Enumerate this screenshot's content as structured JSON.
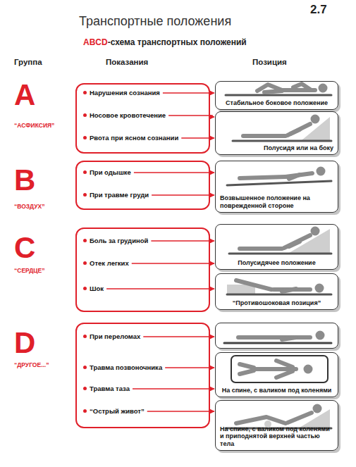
{
  "diagram": {
    "title": "Транспортные положения",
    "nodes": [
      {
        "text": [
          "A",
          "“АСФИКСИЯ”"
        ]
      },
      {
        "text": [
          "Нарушения сознания"
        ],
        "in": 0
      },
      {
        "text": [
          "Носовое кровотечение"
        ],
        "in": 0
      },
      {
        "text": [
          "Рвота при ясном сознании"
        ],
        "in": 0
      },
      {
        "text": [
          "B",
          "“ВОЗДУХ”"
        ]
      },
      {
        "text": [
          "При одышке"
        ],
        "in": 4
      },
      {
        "text": [
          "При травме груди"
        ],
        "in": 4
      },
      {
        "text": [
          "C",
          "“СЕРДЦЕ”"
        ]
      },
      {
        "text": [
          "Боль за грудиной"
        ],
        "in": 7
      },
      {
        "text": [
          "Отек легких"
        ],
        "in": 7
      },
      {
        "text": [
          "Шок"
        ],
        "in": 7
      },
      {
        "text": [
          "D",
          "“ДРУГОЕ...”"
        ]
      },
      {
        "text": [
          "При переломах"
        ],
        "in": 11
      },
      {
        "text": [
          "Травма позвоночника"
        ],
        "in": 11
      },
      {
        "text": [
          "Травма таза"
        ],
        "in": 11
      },
      {
        "text": [
          "“Острый живот”"
        ],
        "in": 11
      },
      {
        "text": [
          "Стабильное боковое положение"
        ]
      },
      {
        "text": [
          "Полусидя или на боку"
        ]
      },
      {
        "text": [
          "Возвышенное положение на поврежденной стороне"
        ]
      },
      {
        "text": [
          "Полусидячее положение"
        ]
      },
      {
        "text": [
          "“Противошоковая позиция”"
        ]
      },
      {
        "text": []
      },
      {
        "text": [
          "На спине, с валиком под коленями"
        ]
      },
      {
        "text": [
          "На спине, с валиком под коленями и приподнятой верхней частью тела"
        ]
      }
    ],
    "edges": [
      {
        "from": 1,
        "to": 16,
        "arrow": "to"
      },
      {
        "from": 2,
        "to": 17,
        "arrow": "to"
      },
      {
        "from": 3,
        "to": 17,
        "arrow": "to"
      },
      {
        "from": 5,
        "to": 18,
        "arrow": "to"
      },
      {
        "from": 6,
        "to": 18,
        "arrow": "to"
      },
      {
        "from": 8,
        "to": 19,
        "arrow": "to"
      },
      {
        "from": 9,
        "to": 19,
        "arrow": "to"
      },
      {
        "from": 10,
        "to": 20,
        "arrow": "to"
      },
      {
        "from": 12,
        "to": 21,
        "arrow": "to"
      },
      {
        "from": 13,
        "to": 22,
        "arrow": "to"
      },
      {
        "from": 14,
        "to": 22,
        "arrow": "to"
      },
      {
        "from": 15,
        "to": 23,
        "arrow": "to"
      }
    ],
    "labels": [
      "2.7",
      "ABCD",
      "-схема транспортных положений",
      "Группа",
      "Показания",
      "Позиция"
    ]
  }
}
